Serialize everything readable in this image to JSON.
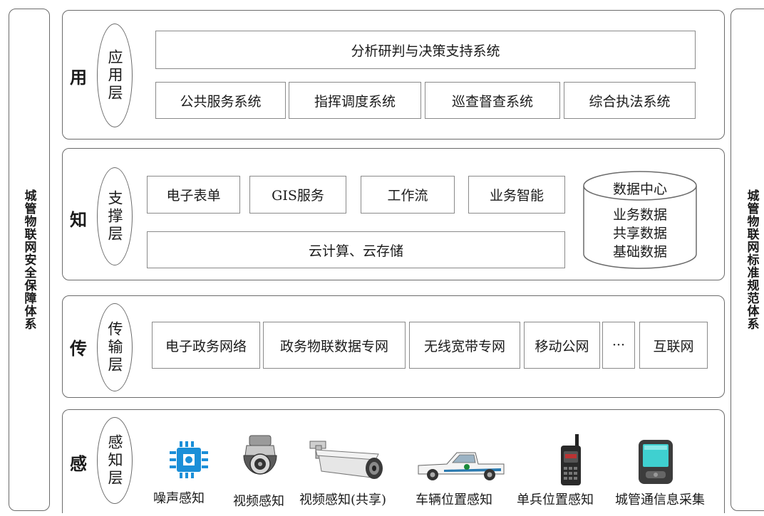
{
  "left_panel": {
    "text": "城管物联网安全保障体系"
  },
  "right_panel": {
    "text": "城管物联网标准规范体系"
  },
  "layers": {
    "application": {
      "char": "用",
      "oval": "应用层",
      "top_box": "分析研判与决策支持系统",
      "boxes": [
        "公共服务系统",
        "指挥调度系统",
        "巡查督查系统",
        "综合执法系统"
      ]
    },
    "support": {
      "char": "知",
      "oval": "支撑层",
      "boxes": [
        "电子表单",
        "GIS服务",
        "工作流",
        "业务智能"
      ],
      "bottom_box": "云计算、云存储",
      "datacenter": {
        "title": "数据中心",
        "items": [
          "业务数据",
          "共享数据",
          "基础数据"
        ]
      }
    },
    "transport": {
      "char": "传",
      "oval": "传输层",
      "boxes": [
        "电子政务网络",
        "政务物联数据专网",
        "无线宽带专网",
        "移动公网",
        "···",
        "互联网"
      ]
    },
    "sensing": {
      "char": "感",
      "oval": "感知层",
      "items": [
        {
          "label": "噪声感知",
          "icon": "chip-icon"
        },
        {
          "label": "视频感知",
          "icon": "dome-camera-icon"
        },
        {
          "label": "视频感知(共享)",
          "icon": "bullet-camera-icon"
        },
        {
          "label": "车辆位置感知",
          "icon": "pickup-truck-icon"
        },
        {
          "label": "单兵位置感知",
          "icon": "walkie-talkie-icon"
        },
        {
          "label": "城管通信息采集",
          "icon": "pda-icon"
        }
      ]
    }
  }
}
